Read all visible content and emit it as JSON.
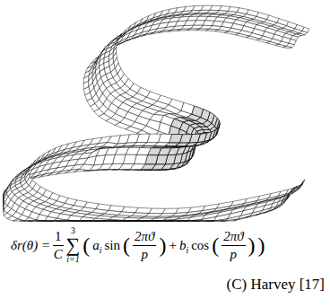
{
  "diagram": {
    "caption": "(C) Harvey [17]",
    "labels": [
      "δr(θ) =",
      "1",
      "C",
      "3",
      "∑",
      "i=1",
      "(",
      "a",
      "i",
      "sin",
      "(",
      "2πϑ",
      "p",
      ")",
      "+",
      "b",
      "i",
      "cos",
      "(",
      "2πϑ",
      "p",
      ")",
      ")"
    ]
  }
}
